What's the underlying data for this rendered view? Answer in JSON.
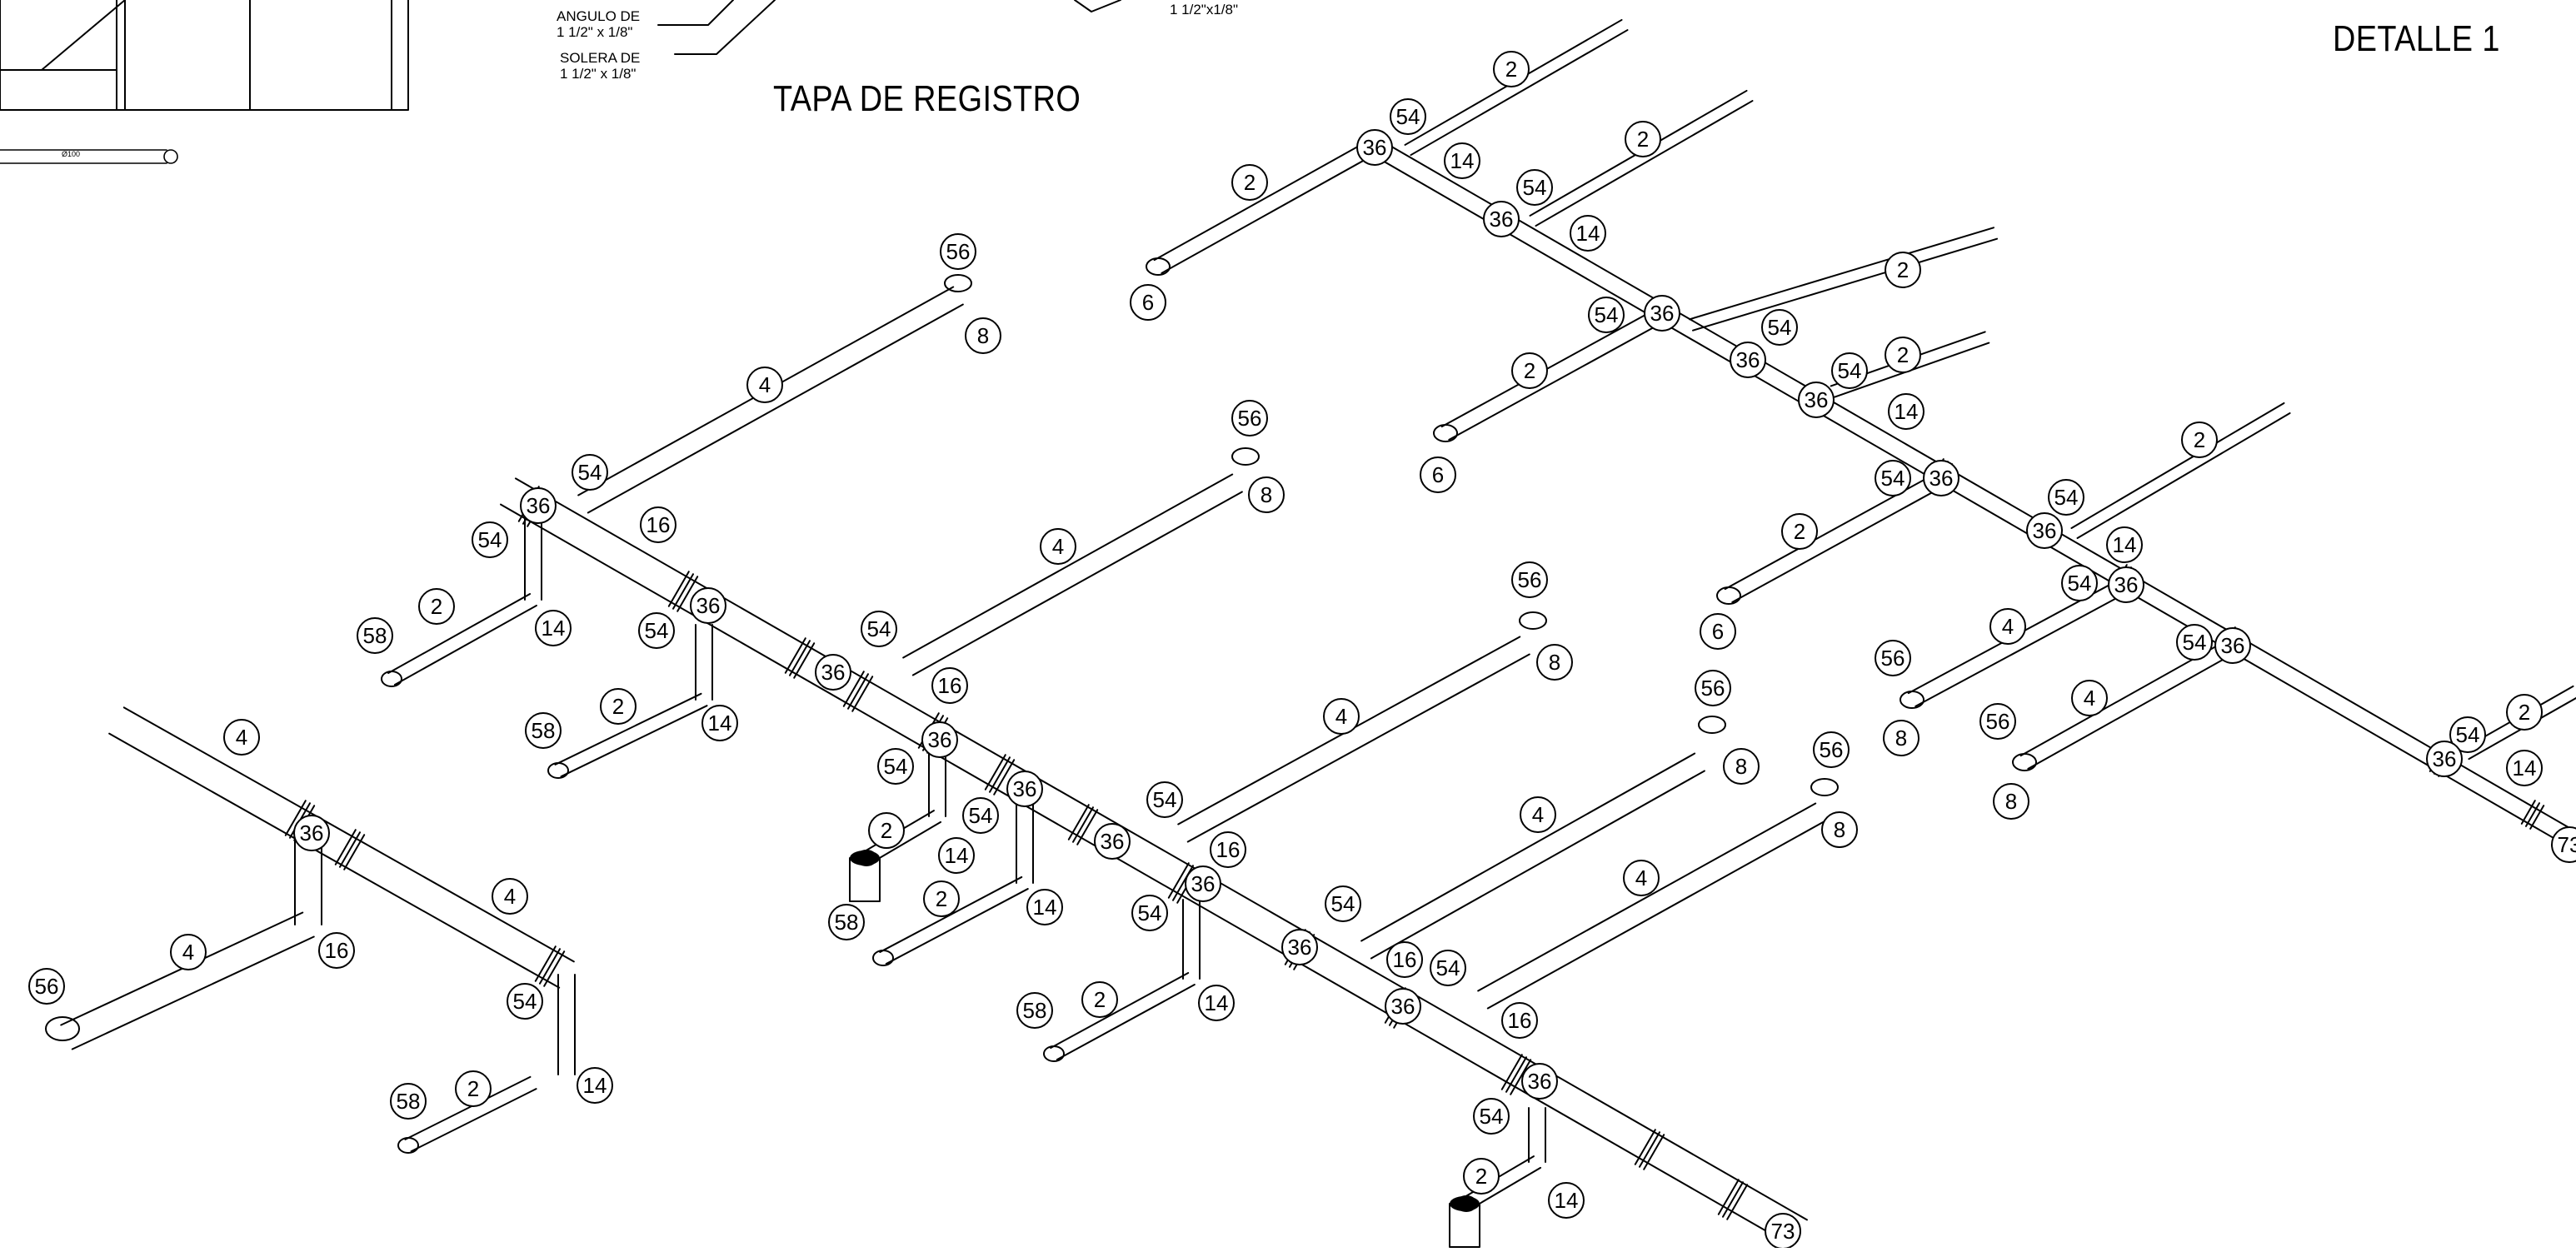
{
  "titles": {
    "detail": "DETALLE 1",
    "registro": "TAPA DE REGISTRO"
  },
  "notes": {
    "angulo_line1": "ANGULO DE",
    "angulo_line2": "1 1/2\" x 1/8\"",
    "solera_line1": "SOLERA DE",
    "solera_line2": "1 1/2\" x 1/8\"",
    "top_spec": "1 1/2\"x1/8\"",
    "pipe_spec": "Ø100"
  },
  "colors": {
    "line": "#000000",
    "background": "#ffffff"
  },
  "callout_numbers": {
    "n2": "2",
    "n4": "4",
    "n6": "6",
    "n8": "8",
    "n14": "14",
    "n16": "16",
    "n36": "36",
    "n54": "54",
    "n56": "56",
    "n58": "58",
    "n73": "73"
  }
}
